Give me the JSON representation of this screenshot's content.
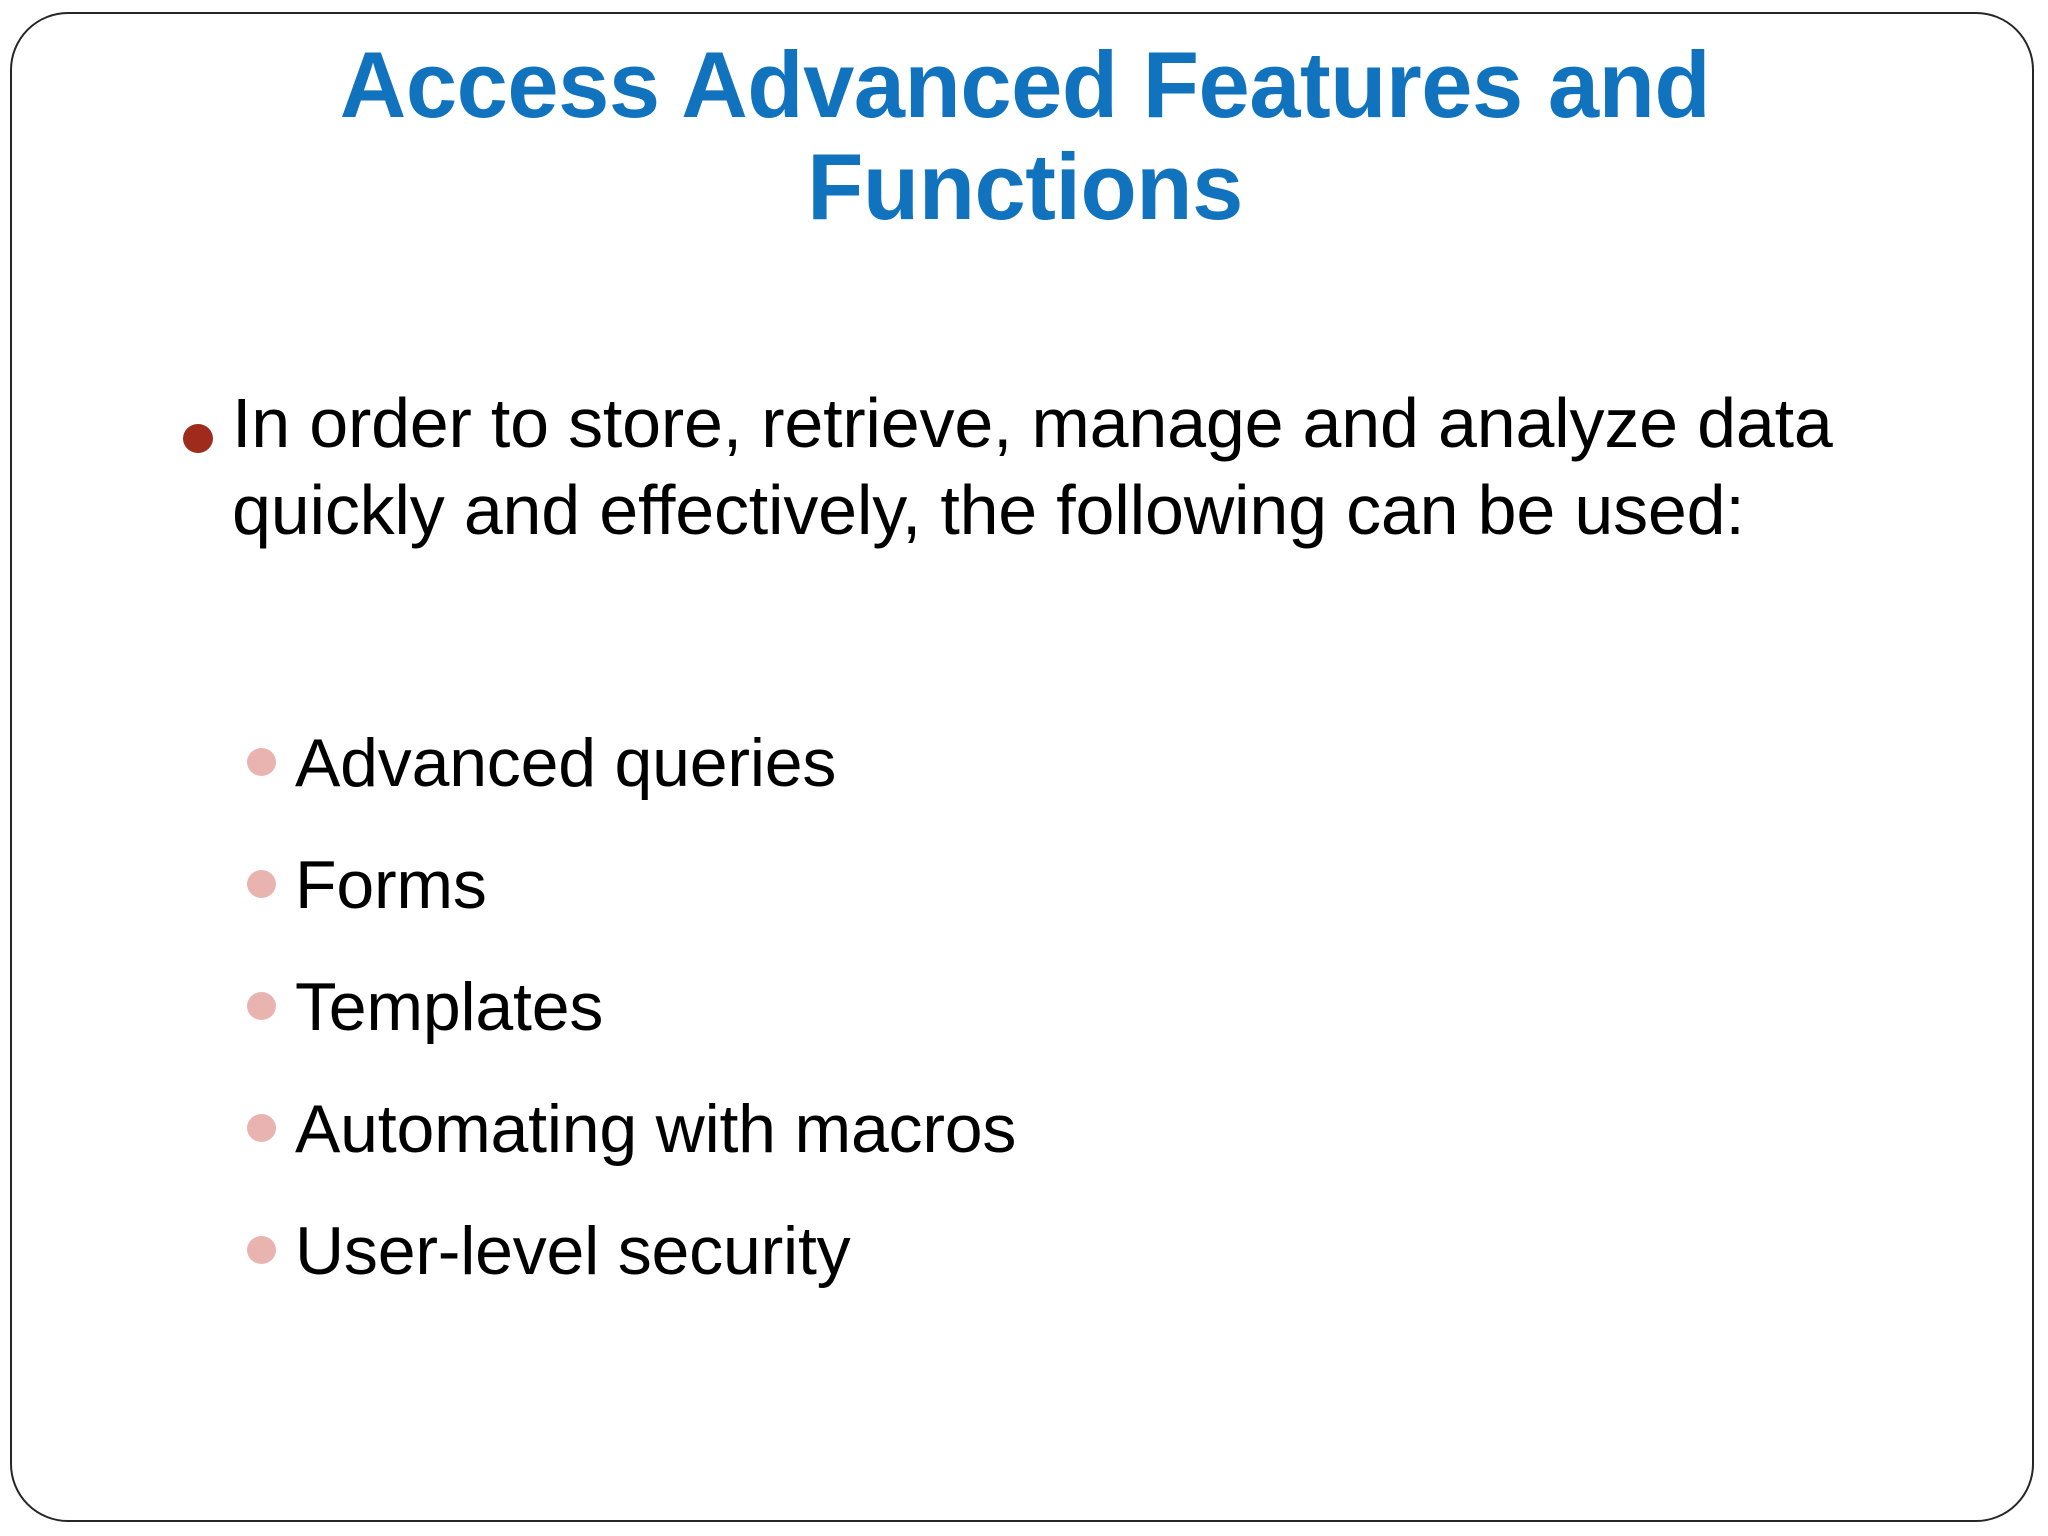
{
  "slide": {
    "title": {
      "line1": "Access Advanced Features and",
      "line2": "Functions",
      "color": "#1173be"
    },
    "body": {
      "main_bullet": {
        "text": "In order to store, retrieve, manage and analyze data quickly and effectively, the following can be used:",
        "bullet_color": "#9e2b1c"
      },
      "sub_bullets": {
        "bullet_color": "#e9b4b0",
        "items": [
          "Advanced queries",
          "Forms",
          "Templates",
          "Automating with macros",
          "User-level security"
        ]
      }
    },
    "frame": {
      "border_color": "#262626",
      "background_color": "#ffffff"
    }
  }
}
